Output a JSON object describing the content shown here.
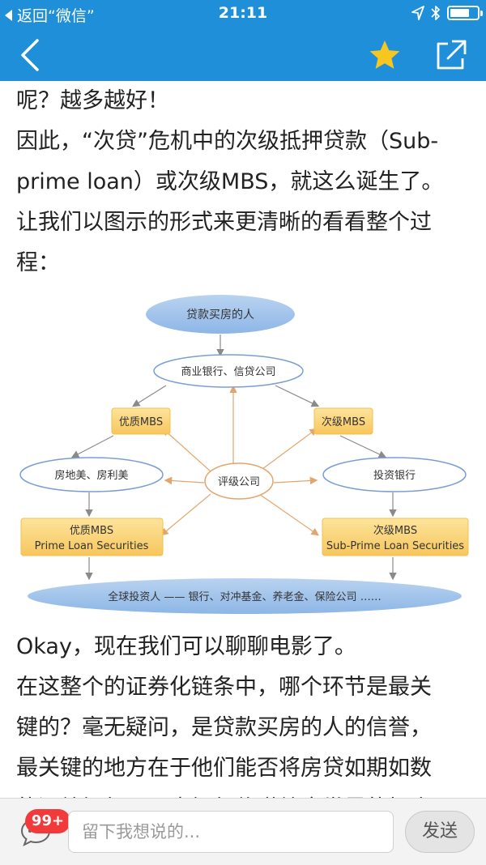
{
  "status_bar": {
    "back_label": "返回“微信”",
    "time": "21:11"
  },
  "icons": {
    "back": "chevron-left-icon",
    "favorite": "star-icon",
    "share": "share-icon",
    "comment": "comment-icon",
    "location": "location-arrow-icon",
    "bluetooth": "bluetooth-icon",
    "battery": "battery-icon"
  },
  "colors": {
    "nav_blue": "#1e8fd8",
    "star": "#f6c621",
    "badge": "#f23a3a"
  },
  "article": {
    "lines_top": [
      "呢？越多越好！",
      "因此，“次贷”危机中的次级抵押贷款（Sub-",
      "prime loan）或次级MBS，就这么诞生了。",
      "让我们以图示的形式来更清晰的看看整个过",
      "程："
    ],
    "lines_bottom": [
      "Okay，现在我们可以聊聊电影了。",
      "在这整个的证券化链条中，哪个环节是最关",
      "键的？毫无疑问，是贷款买房的人的信誉，",
      "最关键的地方在于他们能否将房贷如期如数",
      "的还给银行，再由银行传递给全世界的投资"
    ]
  },
  "diagram": {
    "borrower": "贷款买房的人",
    "banks": "商业银行、信贷公司",
    "prime_mbs": "优质MBS",
    "subprime_mbs": "次级MBS",
    "gse": "房地美、房利美",
    "rating": "评级公司",
    "investment_bank": "投资银行",
    "prime_securities_title": "优质MBS",
    "prime_securities_sub": "Prime Loan Securities",
    "subprime_securities_title": "次级MBS",
    "subprime_securities_sub": "Sub-Prime Loan Securities",
    "investors": "全球投资人 —— 银行、对冲基金、养老金、保险公司 ……"
  },
  "bottom_bar": {
    "badge": "99+",
    "placeholder": "留下我想说的...",
    "send_label": "发送"
  }
}
